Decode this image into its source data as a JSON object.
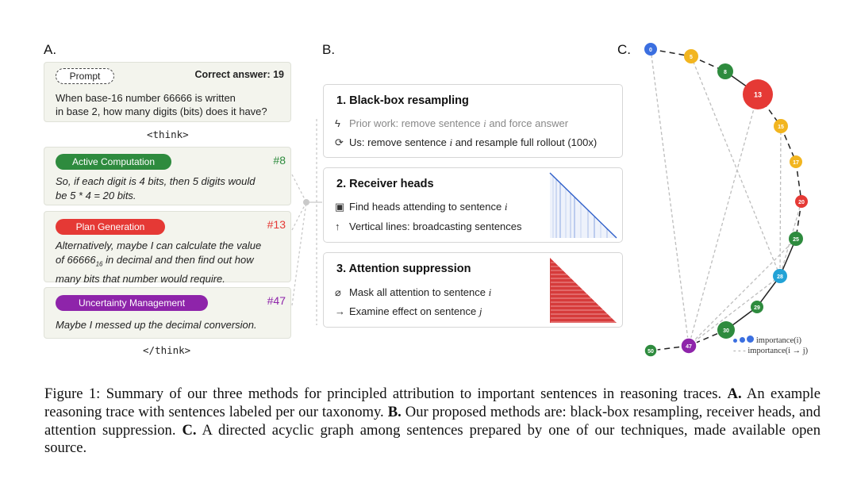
{
  "panel_labels": {
    "a": "A.",
    "b": "B.",
    "c": "C."
  },
  "prompt_card": {
    "pill": "Prompt",
    "answer": "Correct answer: 19",
    "question": [
      "When base-16 number 66666 is written",
      "in base 2, how many digits (bits) does it have?"
    ]
  },
  "think_open": "<think>",
  "think_close": "</think>",
  "trace_cards": [
    {
      "category": "Active Computation",
      "number": "#8",
      "color": "#2e8b3e",
      "lines": [
        "So, if each digit is 4 bits, then 5 digits would",
        "be 5 * 4 = 20 bits."
      ]
    },
    {
      "category": "Plan Generation",
      "number": "#13",
      "color": "#e53935",
      "lines": [
        "Alternatively, maybe I can calculate the value",
        "of 66666",
        "16",
        " in decimal and then find out how",
        "many bits that number would require."
      ]
    },
    {
      "category": "Uncertainty Management",
      "number": "#47",
      "color": "#8e24aa",
      "lines": [
        "Maybe I messed up the decimal conversion."
      ]
    }
  ],
  "methods": [
    {
      "title": "1. Black-box resampling",
      "lines": [
        {
          "icon": "lightning-icon",
          "glyph": "ϟ",
          "pre": "Prior work: remove sentence ",
          "var": "i",
          "post": " and force answer",
          "muted": true
        },
        {
          "icon": "resample-icon",
          "glyph": "⟳",
          "pre": "Us: remove sentence ",
          "var": "i",
          "post": " and resample full rollout (100x)",
          "muted": false
        }
      ]
    },
    {
      "title": "2. Receiver heads",
      "lines": [
        {
          "icon": "heads-icon",
          "glyph": "▣",
          "pre": "Find heads attending to sentence ",
          "var": "i",
          "post": "",
          "muted": false
        },
        {
          "icon": "arrow-up-icon",
          "glyph": "↑",
          "pre": "Vertical lines: broadcasting sentences",
          "var": "",
          "post": "",
          "muted": false
        }
      ]
    },
    {
      "title": "3. Attention suppression",
      "lines": [
        {
          "icon": "mask-icon",
          "glyph": "⌀",
          "pre": "Mask all attention to sentence ",
          "var": "i",
          "post": "",
          "muted": false
        },
        {
          "icon": "arrow-right-icon",
          "glyph": "→",
          "pre": "Examine effect on sentence ",
          "var": "j",
          "post": "",
          "muted": false
        }
      ]
    }
  ],
  "graph": {
    "nodes": [
      {
        "id": "0",
        "color": "#3b6fe0"
      },
      {
        "id": "5",
        "color": "#f2b51f"
      },
      {
        "id": "8",
        "color": "#2e8b3e"
      },
      {
        "id": "13",
        "color": "#e53935"
      },
      {
        "id": "15",
        "color": "#f2b51f"
      },
      {
        "id": "17",
        "color": "#f2b51f"
      },
      {
        "id": "20",
        "color": "#e53935"
      },
      {
        "id": "25",
        "color": "#2e8b3e"
      },
      {
        "id": "28",
        "color": "#22a2d6"
      },
      {
        "id": "29",
        "color": "#2e8b3e"
      },
      {
        "id": "30",
        "color": "#2e8b3e"
      },
      {
        "id": "47",
        "color": "#8e24aa"
      },
      {
        "id": "50",
        "color": "#2e8b3e"
      }
    ],
    "legend": {
      "importance_node": "importance(i)",
      "importance_edge": "importance(i → j)"
    }
  },
  "caption": {
    "figure": "Figure 1:",
    "intro": " Summary of our three methods for principled attribution to important sentences in reasoning traces. ",
    "a_label": "A.",
    "a_text": " An example reasoning trace with sentences labeled per our taxonomy. ",
    "b_label": "B.",
    "b_text": " Our proposed methods are: black-box resampling, receiver heads, and attention suppression. ",
    "c_label": "C.",
    "c_text": " A directed acyclic graph among sentences prepared by one of our techniques, made available open source."
  }
}
